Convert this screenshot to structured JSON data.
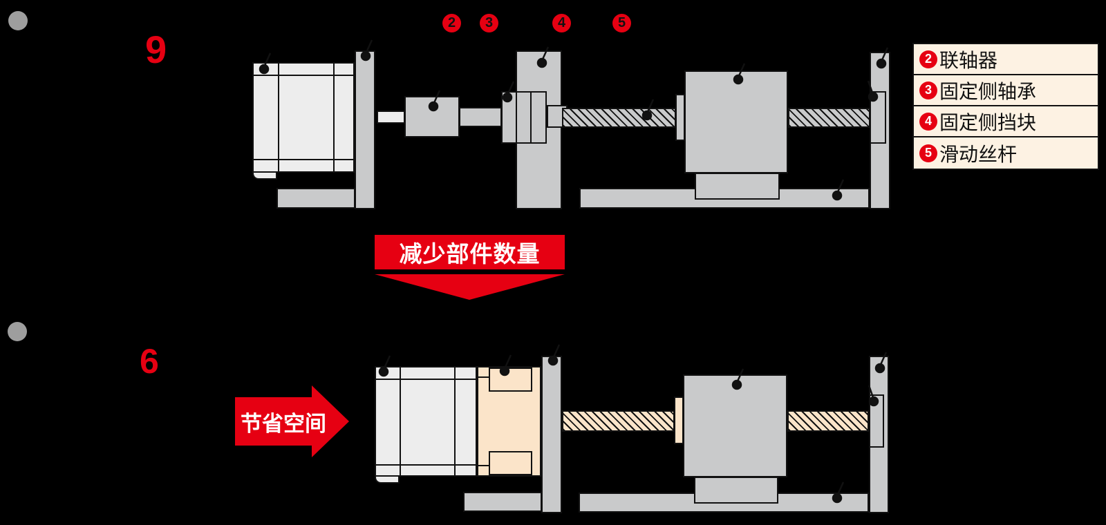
{
  "colors": {
    "red": "#e60012",
    "part-gray": "#c9cacb",
    "part-light": "#ededed",
    "cream": "#fbe4c9",
    "legend-bg": "#fdf2e3",
    "line": "#111111",
    "bullet-gray": "#9e9e9e"
  },
  "top_section": {
    "count": "9",
    "markers": [
      "2",
      "3",
      "4",
      "5"
    ],
    "legend": [
      {
        "num": "2",
        "label": "联轴器"
      },
      {
        "num": "3",
        "label": "固定侧轴承"
      },
      {
        "num": "4",
        "label": "固定侧挡块"
      },
      {
        "num": "5",
        "label": "滑动丝杆"
      }
    ]
  },
  "transition": {
    "banner": "减少部件数量"
  },
  "bottom_section": {
    "count": "6",
    "arrow": "节省空间"
  }
}
